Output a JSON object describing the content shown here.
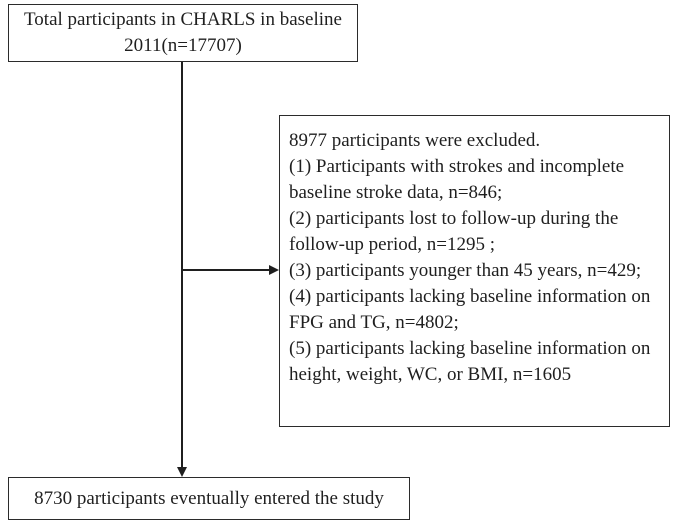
{
  "flowchart": {
    "top_box": {
      "lines": {
        "0": "Total participants in CHARLS in baseline",
        "1": "2011(n=17707)"
      }
    },
    "exclusion_box": {
      "lines": {
        "0": "8977 participants were excluded.",
        "1": "(1) Participants with strokes and incomplete",
        "2": "baseline stroke data, n=846;",
        "3": "(2) participants lost to follow-up during the",
        "4": "follow-up period, n=1295 ;",
        "5": "(3) participants younger than 45 years, n=429;",
        "6": "(4) participants lacking baseline information on",
        "7": "FPG and TG, n=4802;",
        "8": "(5) participants lacking baseline information on",
        "9": "height, weight, WC, or BMI, n=1605"
      }
    },
    "bottom_box": {
      "text": "8730 participants eventually entered the study"
    },
    "colors": {
      "border": "#2b2b2b",
      "text": "#1f1f1f",
      "background": "#ffffff",
      "line": "#1f1f1f"
    }
  }
}
